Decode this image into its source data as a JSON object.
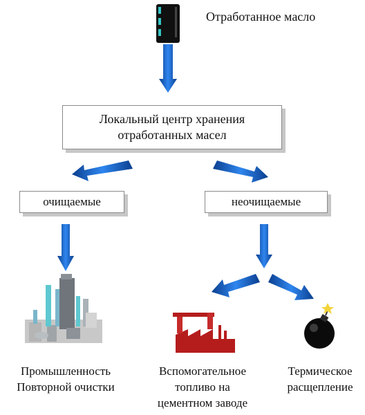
{
  "source": {
    "label": "Отработанное масло"
  },
  "center": {
    "line1": "Локальный центр хранения",
    "line2": "отработанных масел"
  },
  "branches": {
    "left": {
      "label": "очищаемые"
    },
    "right": {
      "label": "неочищаемые"
    }
  },
  "outcomes": [
    {
      "line1": "Промышленность",
      "line2": "Повторной очистки",
      "line3": ""
    },
    {
      "line1": "Вспомогательное",
      "line2": "топливо на",
      "line3": "цементном заводе"
    },
    {
      "line1": "Термическое",
      "line2": "расщепление",
      "line3": ""
    }
  ],
  "colors": {
    "arrow": "#1e6fd9",
    "arrow_dark": "#0b3f8f",
    "box_border": "#8a8a8a",
    "shadow": "#c7c7c7",
    "factory": "#b51d1d"
  }
}
